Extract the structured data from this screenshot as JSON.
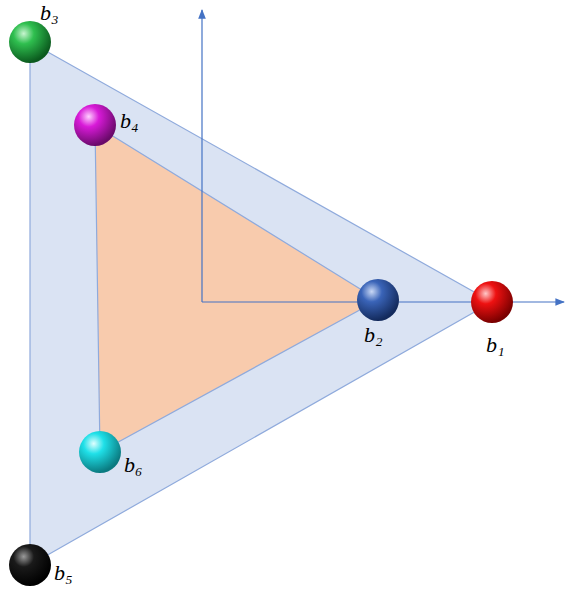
{
  "diagram": {
    "labels": [
      "b₃",
      "b₄",
      "b₂",
      "b₁",
      "b₆",
      "b₅"
    ]
  }
}
